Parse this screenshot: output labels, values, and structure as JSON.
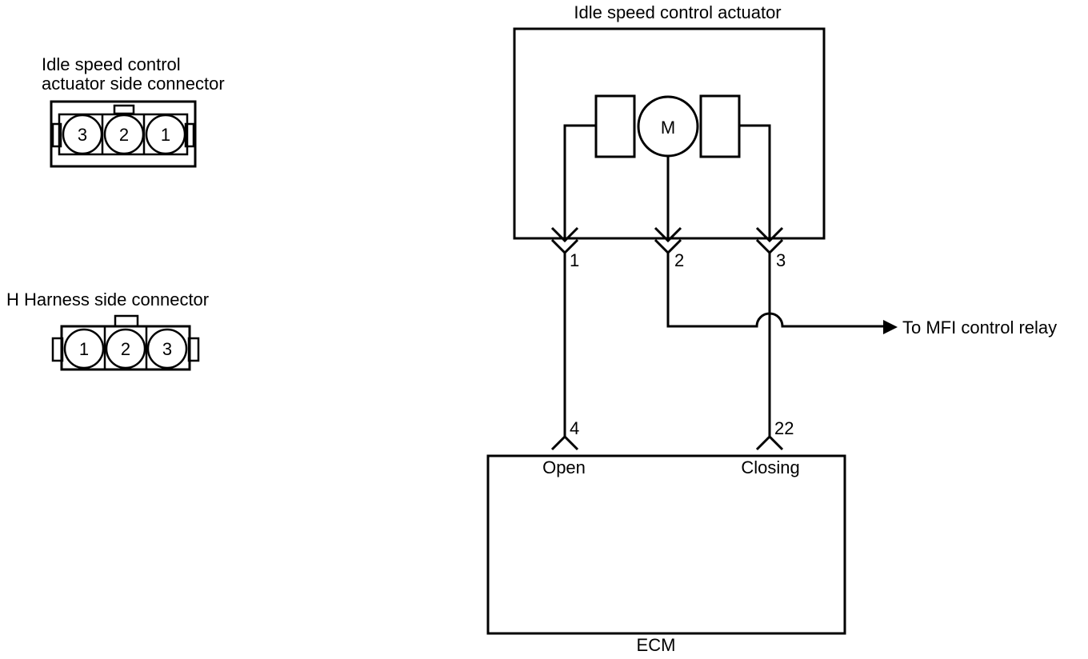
{
  "actuator": {
    "title": "Idle speed control actuator",
    "motor_label": "M",
    "terminals": [
      "1",
      "2",
      "3"
    ]
  },
  "actuator_connector": {
    "title_line1": "Idle speed control",
    "title_line2": "actuator side connector",
    "pins": [
      "3",
      "2",
      "1"
    ]
  },
  "harness_connector": {
    "title": "H Harness side connector",
    "pins": [
      "1",
      "2",
      "3"
    ]
  },
  "relay": {
    "label": "To MFI control relay"
  },
  "ecm": {
    "title": "ECM",
    "open_terminal": "4",
    "open_label": "Open",
    "closing_terminal": "22",
    "closing_label": "Closing"
  }
}
